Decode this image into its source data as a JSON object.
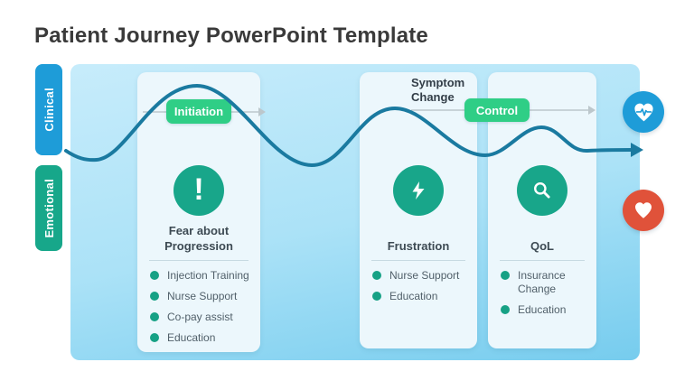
{
  "slide": {
    "title": "Patient Journey PowerPoint Template"
  },
  "axis_tabs": [
    {
      "label": "Clinical",
      "color": "#1e9cd8"
    },
    {
      "label": "Emotional",
      "color": "#17a78a"
    }
  ],
  "journey": {
    "pills": [
      {
        "label": "Initiation"
      },
      {
        "label": "Control"
      }
    ],
    "pill_color": "#2fce86",
    "annotation": "Symptom Change",
    "curve_color": "#1a7aa0"
  },
  "cards": [
    {
      "icon": "exclamation-icon",
      "title_line1": "Fear about",
      "title_line2": "Progression",
      "bullets": [
        "Injection Training",
        "Nurse Support",
        "Co-pay assist",
        "Education"
      ]
    },
    {
      "icon": "lightning-icon",
      "title_line1": "Frustration",
      "title_line2": "",
      "bullets": [
        "Nurse Support",
        "Education"
      ]
    },
    {
      "icon": "magnifier-icon",
      "title_line1": "QoL",
      "title_line2": "",
      "bullets": [
        "Insurance Change",
        "Education"
      ]
    }
  ],
  "icon_glyphs": {
    "exclamation": "!"
  },
  "side_icons": [
    {
      "name": "heartbeat-heart-icon",
      "color": "#1e9cd8"
    },
    {
      "name": "heart-icon",
      "color": "#e0523a"
    }
  ],
  "accent_colors": {
    "card_icon_green": "#18a68a",
    "bullet_dot": "#16a185",
    "panel_top": "#c7ecfb",
    "panel_bottom": "#76ccee"
  }
}
